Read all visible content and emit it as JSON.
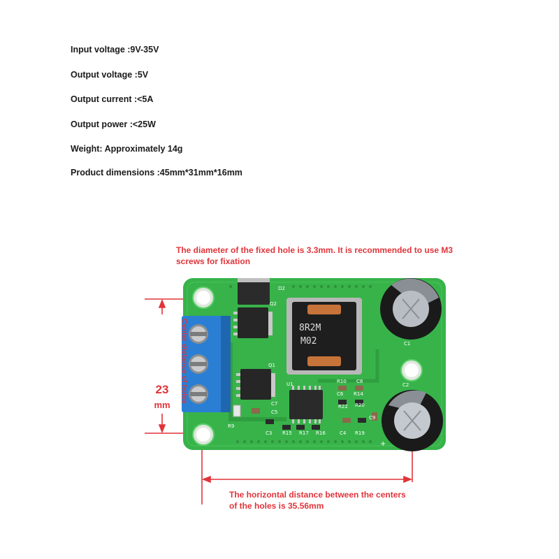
{
  "specs": [
    "Input voltage :9V-35V",
    "Output voltage :5V",
    "Output current :<5A",
    "Output power :<25W",
    "Weight: Approximately 14g",
    "Product dimensions :45mm*31mm*16mm"
  ],
  "annotations": {
    "hole_note": "The diameter of the fixed hole is 3.3mm. It is recommended to use M3 screws for fixation",
    "vertical_label": "Center distance of holes",
    "vertical_value": "23",
    "vertical_unit": "mm",
    "horizontal_note": "The horizontal distance between the centers of the holes is 35.56mm"
  },
  "board": {
    "inductor_line1": "8R2M",
    "inductor_line2": "M02",
    "silkscreen": [
      "D2",
      "Q2",
      "Q1",
      "U1",
      "R10",
      "C8",
      "C6",
      "R14",
      "R22",
      "R20",
      "C7",
      "C5",
      "R9",
      "C3",
      "R15",
      "R17",
      "R16",
      "C4",
      "R19",
      "C2",
      "C9",
      "C1",
      "+"
    ]
  },
  "colors": {
    "annotation": "#e0343a",
    "pcb": "#38b34a",
    "terminal": "#2a7fd4"
  }
}
